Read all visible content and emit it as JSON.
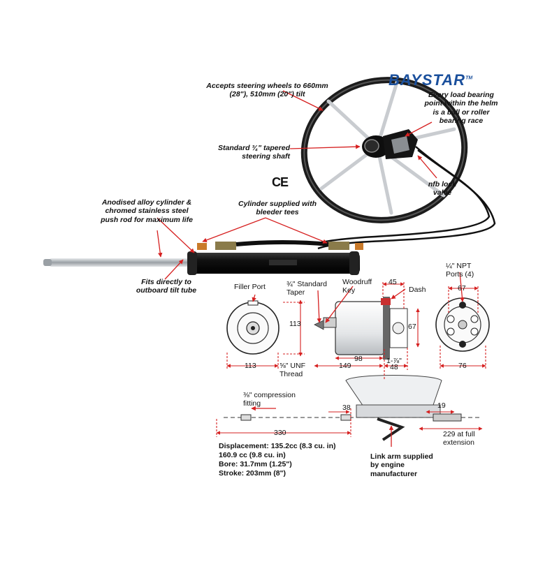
{
  "brand": {
    "logo_text": "BAYSTAR",
    "trademark": "TM"
  },
  "certification_mark": "CE",
  "callouts": {
    "steering_wheel": "Accepts steering wheels to 660mm (28\"), 510mm (20\") tilt",
    "bearing": "Every load bearing point within the helm is a ball or roller bearing race",
    "tapered_shaft": "Standard ¾\" tapered steering shaft",
    "lock_valve": "nfb lock valve",
    "cylinder_material": "Anodised alloy cylinder & chromed stainless steel push rod for maximum life",
    "bleeder_tees": "Cylinder supplied with bleeder tees",
    "tilt_tube": "Fits directly to outboard tilt tube"
  },
  "helm_dimensions": {
    "filler_port": "Filler Port",
    "standard_taper": "¾\" Standard Taper",
    "woodruff_key": "Woodruff Key",
    "dash": "Dash",
    "npt_ports": "¼\" NPT Ports (4)",
    "unf_thread": "⅝\" UNF Thread",
    "d_113_height": "113",
    "d_113_width": "113",
    "d_149": "149",
    "d_98": "98",
    "d_45": "45",
    "d_67_side": "67",
    "d_1_7_8": "1-⅞\"",
    "d_48": "48",
    "d_67_rear": "67",
    "d_76": "76"
  },
  "cylinder_dimensions": {
    "compression_fitting": "⅜\" compression fitting",
    "d_38": "38",
    "d_19": "19",
    "d_330": "330",
    "d_229": "229 at full extension",
    "link_arm": "Link arm supplied by engine manufacturer"
  },
  "specs": [
    "Displacement: 135.2cc (8.3 cu. in)",
    "160.9 cc (9.8 cu. in)",
    "Bore: 31.7mm (1.25\")",
    "Stroke: 203mm (8\")"
  ],
  "colors": {
    "brand_blue": "#1a4f9c",
    "callout_red": "#d62020",
    "cylinder_black": "#151515",
    "chrome": "#bfc3c7"
  }
}
